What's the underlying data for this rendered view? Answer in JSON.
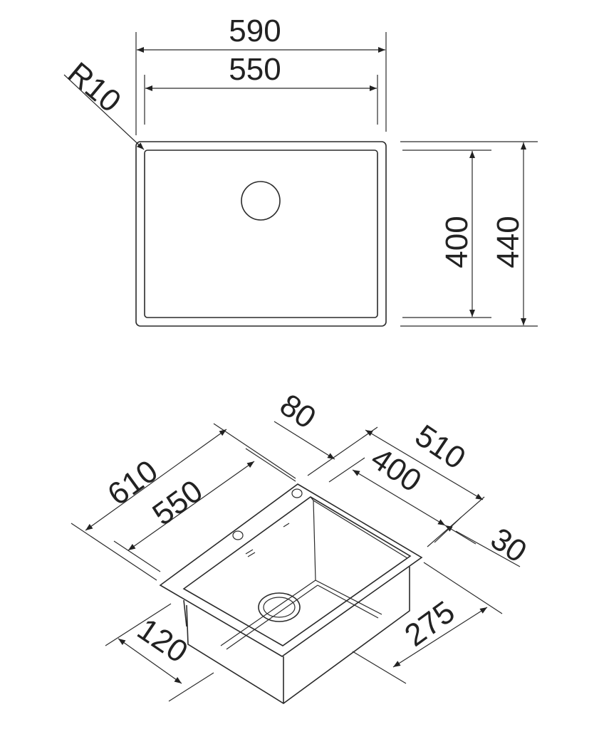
{
  "top_view": {
    "width_outer": "590",
    "width_inner": "550",
    "radius": "R10",
    "depth_inner": "400",
    "depth_outer": "440"
  },
  "iso_view": {
    "length_outer": "610",
    "length_inner": "550",
    "rim_back": "80",
    "width_outer": "510",
    "width_inner": "400",
    "rim_side": "30",
    "bowl_depth": "275",
    "rim_front": "120"
  },
  "colors": {
    "line": "#2a2a2a",
    "background": "#ffffff"
  }
}
